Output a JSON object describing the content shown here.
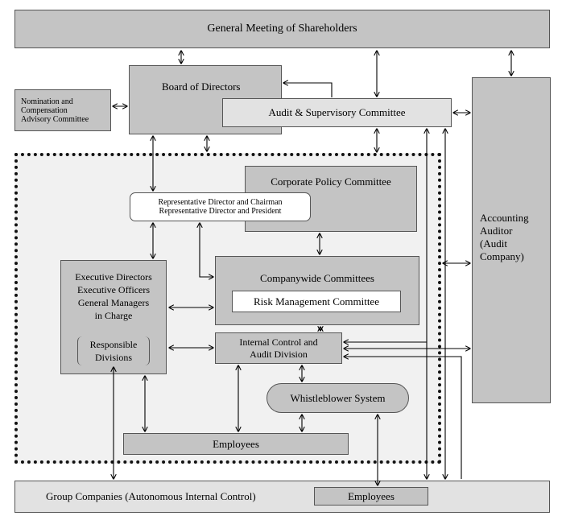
{
  "general_meeting": "General Meeting of Shareholders",
  "board_of_directors": "Board of Directors",
  "nomination_committee": [
    "Nomination and",
    "Compensation",
    "Advisory Committee"
  ],
  "audit_supervisory_committee": "Audit & Supervisory Committee",
  "corporate_policy_committee": "Corporate Policy Committee",
  "representative_directors": [
    "Representative Director and Chairman",
    "Representative Director and President"
  ],
  "executive": [
    "Executive Directors",
    "Executive Officers",
    "General Managers",
    "in Charge"
  ],
  "responsible_divisions": [
    "Responsible",
    "Divisions"
  ],
  "companywide_committees": "Companywide Committees",
  "risk_management_committee": "Risk Management Committee",
  "internal_control": [
    "Internal Control and",
    "Audit Division"
  ],
  "whistleblower_system": "Whistleblower System",
  "employees": "Employees",
  "accounting_auditor": [
    "Accounting",
    "Auditor",
    "(Audit",
    "Company)"
  ],
  "group_companies": "Group Companies (Autonomous Internal Control)",
  "group_employees": "Employees"
}
